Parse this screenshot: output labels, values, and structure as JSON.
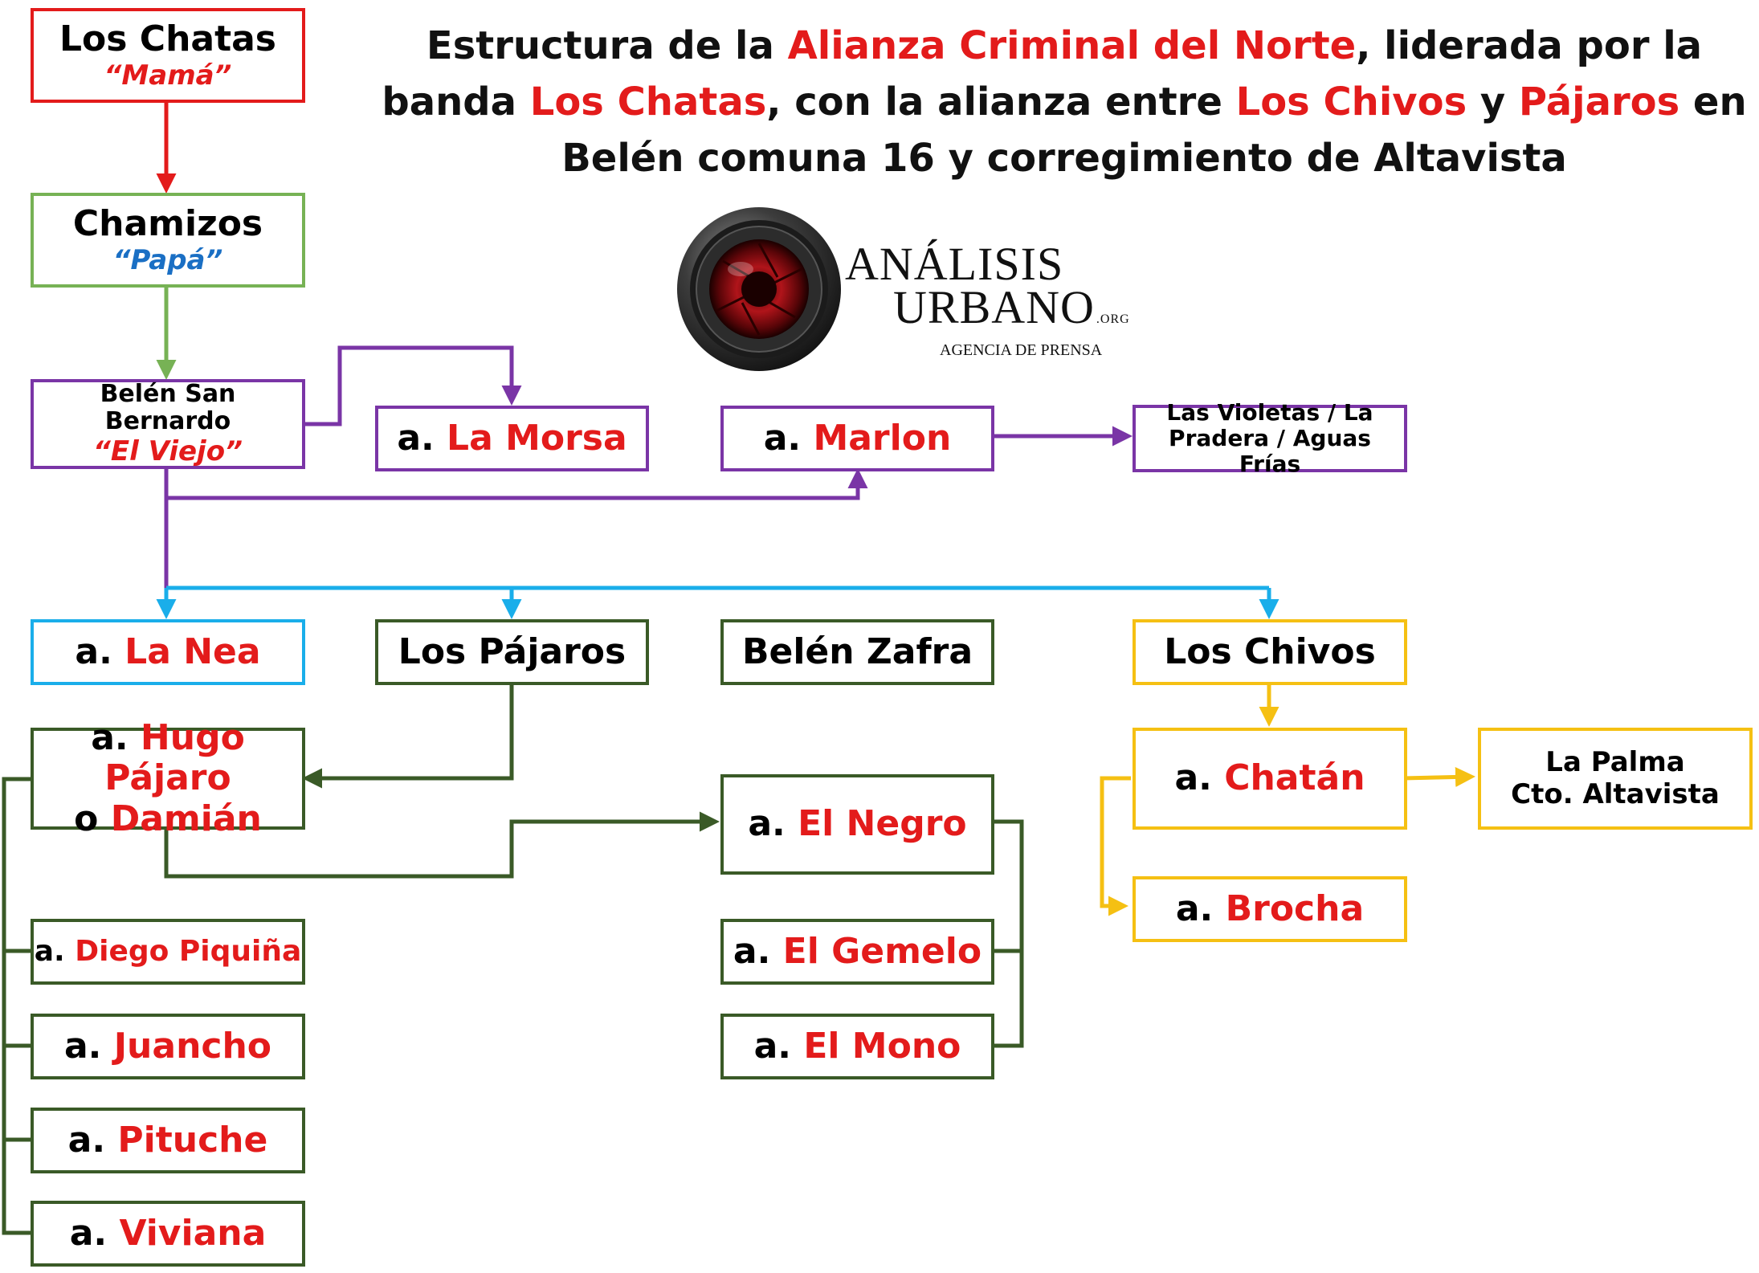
{
  "title": {
    "p1": "Estructura de la ",
    "p2": "Alianza Criminal del Norte",
    "p3": ", liderada por la banda ",
    "p4": "Los Chatas",
    "p5": ", con la alianza entre ",
    "p6": "Los Chivos",
    "p7": " y ",
    "p8": "Pájaros",
    "p9": " en Belén comuna 16 y corregimiento de Altavista"
  },
  "logo": {
    "line1": "ANÁLISIS",
    "line2": "URBANO",
    "org": ".ORG",
    "agency": "AGENCIA DE PRENSA"
  },
  "nodes": {
    "los_chatas": {
      "name": "Los Chatas",
      "alias": "“Mamá”"
    },
    "chamizos": {
      "name": "Chamizos",
      "alias": "“Papá”"
    },
    "belen_san_bernardo": {
      "name": "Belén San Bernardo",
      "alias": "“El Viejo”"
    },
    "la_morsa": {
      "prefix": "a. ",
      "name": "La Morsa"
    },
    "marlon": {
      "prefix": "a. ",
      "name": "Marlon"
    },
    "las_violetas": {
      "line1": "Las Violetas / La",
      "line2": "Pradera / Aguas Frías"
    },
    "la_nea": {
      "prefix": "a. ",
      "name": "La Nea"
    },
    "los_pajaros": {
      "name": "Los Pájaros"
    },
    "belen_zafra": {
      "name": "Belén Zafra"
    },
    "los_chivos": {
      "name": "Los Chivos"
    },
    "hugo_pajaro": {
      "prefix": "a. ",
      "name1": "Hugo Pájaro",
      "mid": "o ",
      "name2": "Damián"
    },
    "el_negro": {
      "prefix": "a. ",
      "name": "El Negro"
    },
    "chatan": {
      "prefix": "a. ",
      "name": "Chatán"
    },
    "la_palma": {
      "line1": "La Palma",
      "line2": "Cto. Altavista"
    },
    "brocha": {
      "prefix": "a. ",
      "name": "Brocha"
    },
    "diego_piquina": {
      "prefix": "a. ",
      "name": "Diego Piquiña"
    },
    "el_gemelo": {
      "prefix": "a. ",
      "name": "El Gemelo"
    },
    "juancho": {
      "prefix": "a. ",
      "name": "Juancho"
    },
    "el_mono": {
      "prefix": "a. ",
      "name": "El Mono"
    },
    "pituche": {
      "prefix": "a. ",
      "name": "Pituche"
    },
    "viviana": {
      "prefix": "a. ",
      "name": "Viviana"
    }
  },
  "colors": {
    "red": "#e31b1b",
    "green": "#77b255",
    "purple": "#7a35a6",
    "cyan": "#1aaeea",
    "dark_green": "#3a5a27",
    "yellow": "#f5c013",
    "alias_blue": "#1a6fc4"
  }
}
